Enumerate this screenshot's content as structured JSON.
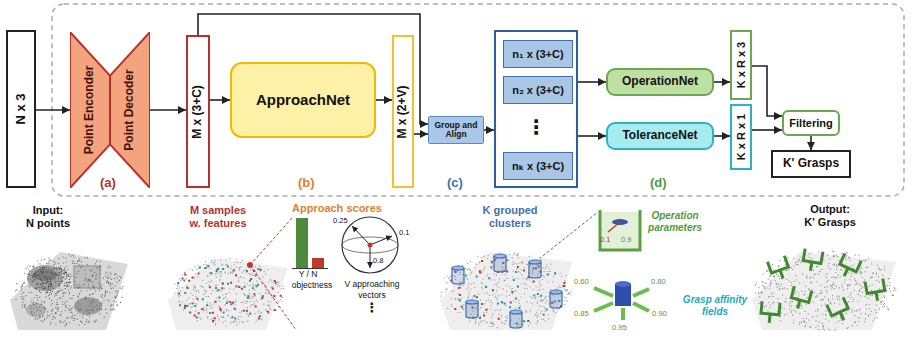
{
  "diagram": {
    "nodes": [
      {
        "text": [
          "N x 3"
        ]
      },
      {
        "text": [
          "Point Enconder"
        ]
      },
      {
        "text": [
          "Point Decoder"
        ]
      },
      {
        "text": [
          "M x (3+C)"
        ]
      },
      {
        "text": [
          "ApproachNet"
        ]
      },
      {
        "text": [
          "M x (2+V)"
        ]
      },
      {
        "text": [
          "Group and Align"
        ]
      },
      {
        "text": [
          "⋮"
        ]
      },
      {
        "text": [
          "n₁ x (3+C)"
        ],
        "in": 7
      },
      {
        "text": [
          "n₂ x (3+C)"
        ],
        "in": 7
      },
      {
        "text": [
          "nₖ x (3+C)"
        ],
        "in": 7
      },
      {
        "text": [
          "OperationNet"
        ]
      },
      {
        "text": [
          "ToleranceNet"
        ]
      },
      {
        "text": [
          "K x R x 3"
        ]
      },
      {
        "text": [
          "K x R x 1"
        ]
      },
      {
        "text": [
          "Filtering"
        ]
      },
      {
        "text": [
          "K' Grasps"
        ]
      }
    ],
    "edges": [
      {
        "from": 0,
        "to": 1,
        "arrow": "to"
      },
      {
        "from": 2,
        "to": 3,
        "arrow": "to"
      },
      {
        "from": 3,
        "to": 4,
        "arrow": "to"
      },
      {
        "from": 4,
        "to": 5,
        "arrow": "to"
      },
      {
        "from": 5,
        "to": 6,
        "arrow": "to"
      },
      {
        "from": 3,
        "to": 6,
        "arrow": "to"
      },
      {
        "from": 6,
        "to": 7,
        "arrow": "to"
      },
      {
        "from": 7,
        "to": 11,
        "arrow": "to"
      },
      {
        "from": 7,
        "to": 12,
        "arrow": "to"
      },
      {
        "from": 11,
        "to": 13,
        "arrow": "to"
      },
      {
        "from": 12,
        "to": 14,
        "arrow": "to"
      },
      {
        "from": 13,
        "to": 15,
        "arrow": "to"
      },
      {
        "from": 14,
        "to": 15,
        "arrow": "to"
      },
      {
        "from": 15,
        "to": 16,
        "arrow": "to"
      }
    ],
    "labels": [
      "(a)",
      "(b)",
      "(c)",
      "(d)",
      "Input:",
      "N points",
      "M samples",
      "w. features",
      "Approach scores",
      "Y / N",
      "objectness",
      "0.25",
      "0.1",
      "0.8",
      "V approaching",
      "vectors",
      "⋮",
      "K grouped",
      "clusters",
      "Operation",
      "parameters",
      "0.1",
      "0.9",
      "Grasp affinity",
      "fields",
      "0.60",
      "0.80",
      "0.90",
      "0.85",
      "0.95",
      "Output:",
      "K' Grasps"
    ]
  }
}
